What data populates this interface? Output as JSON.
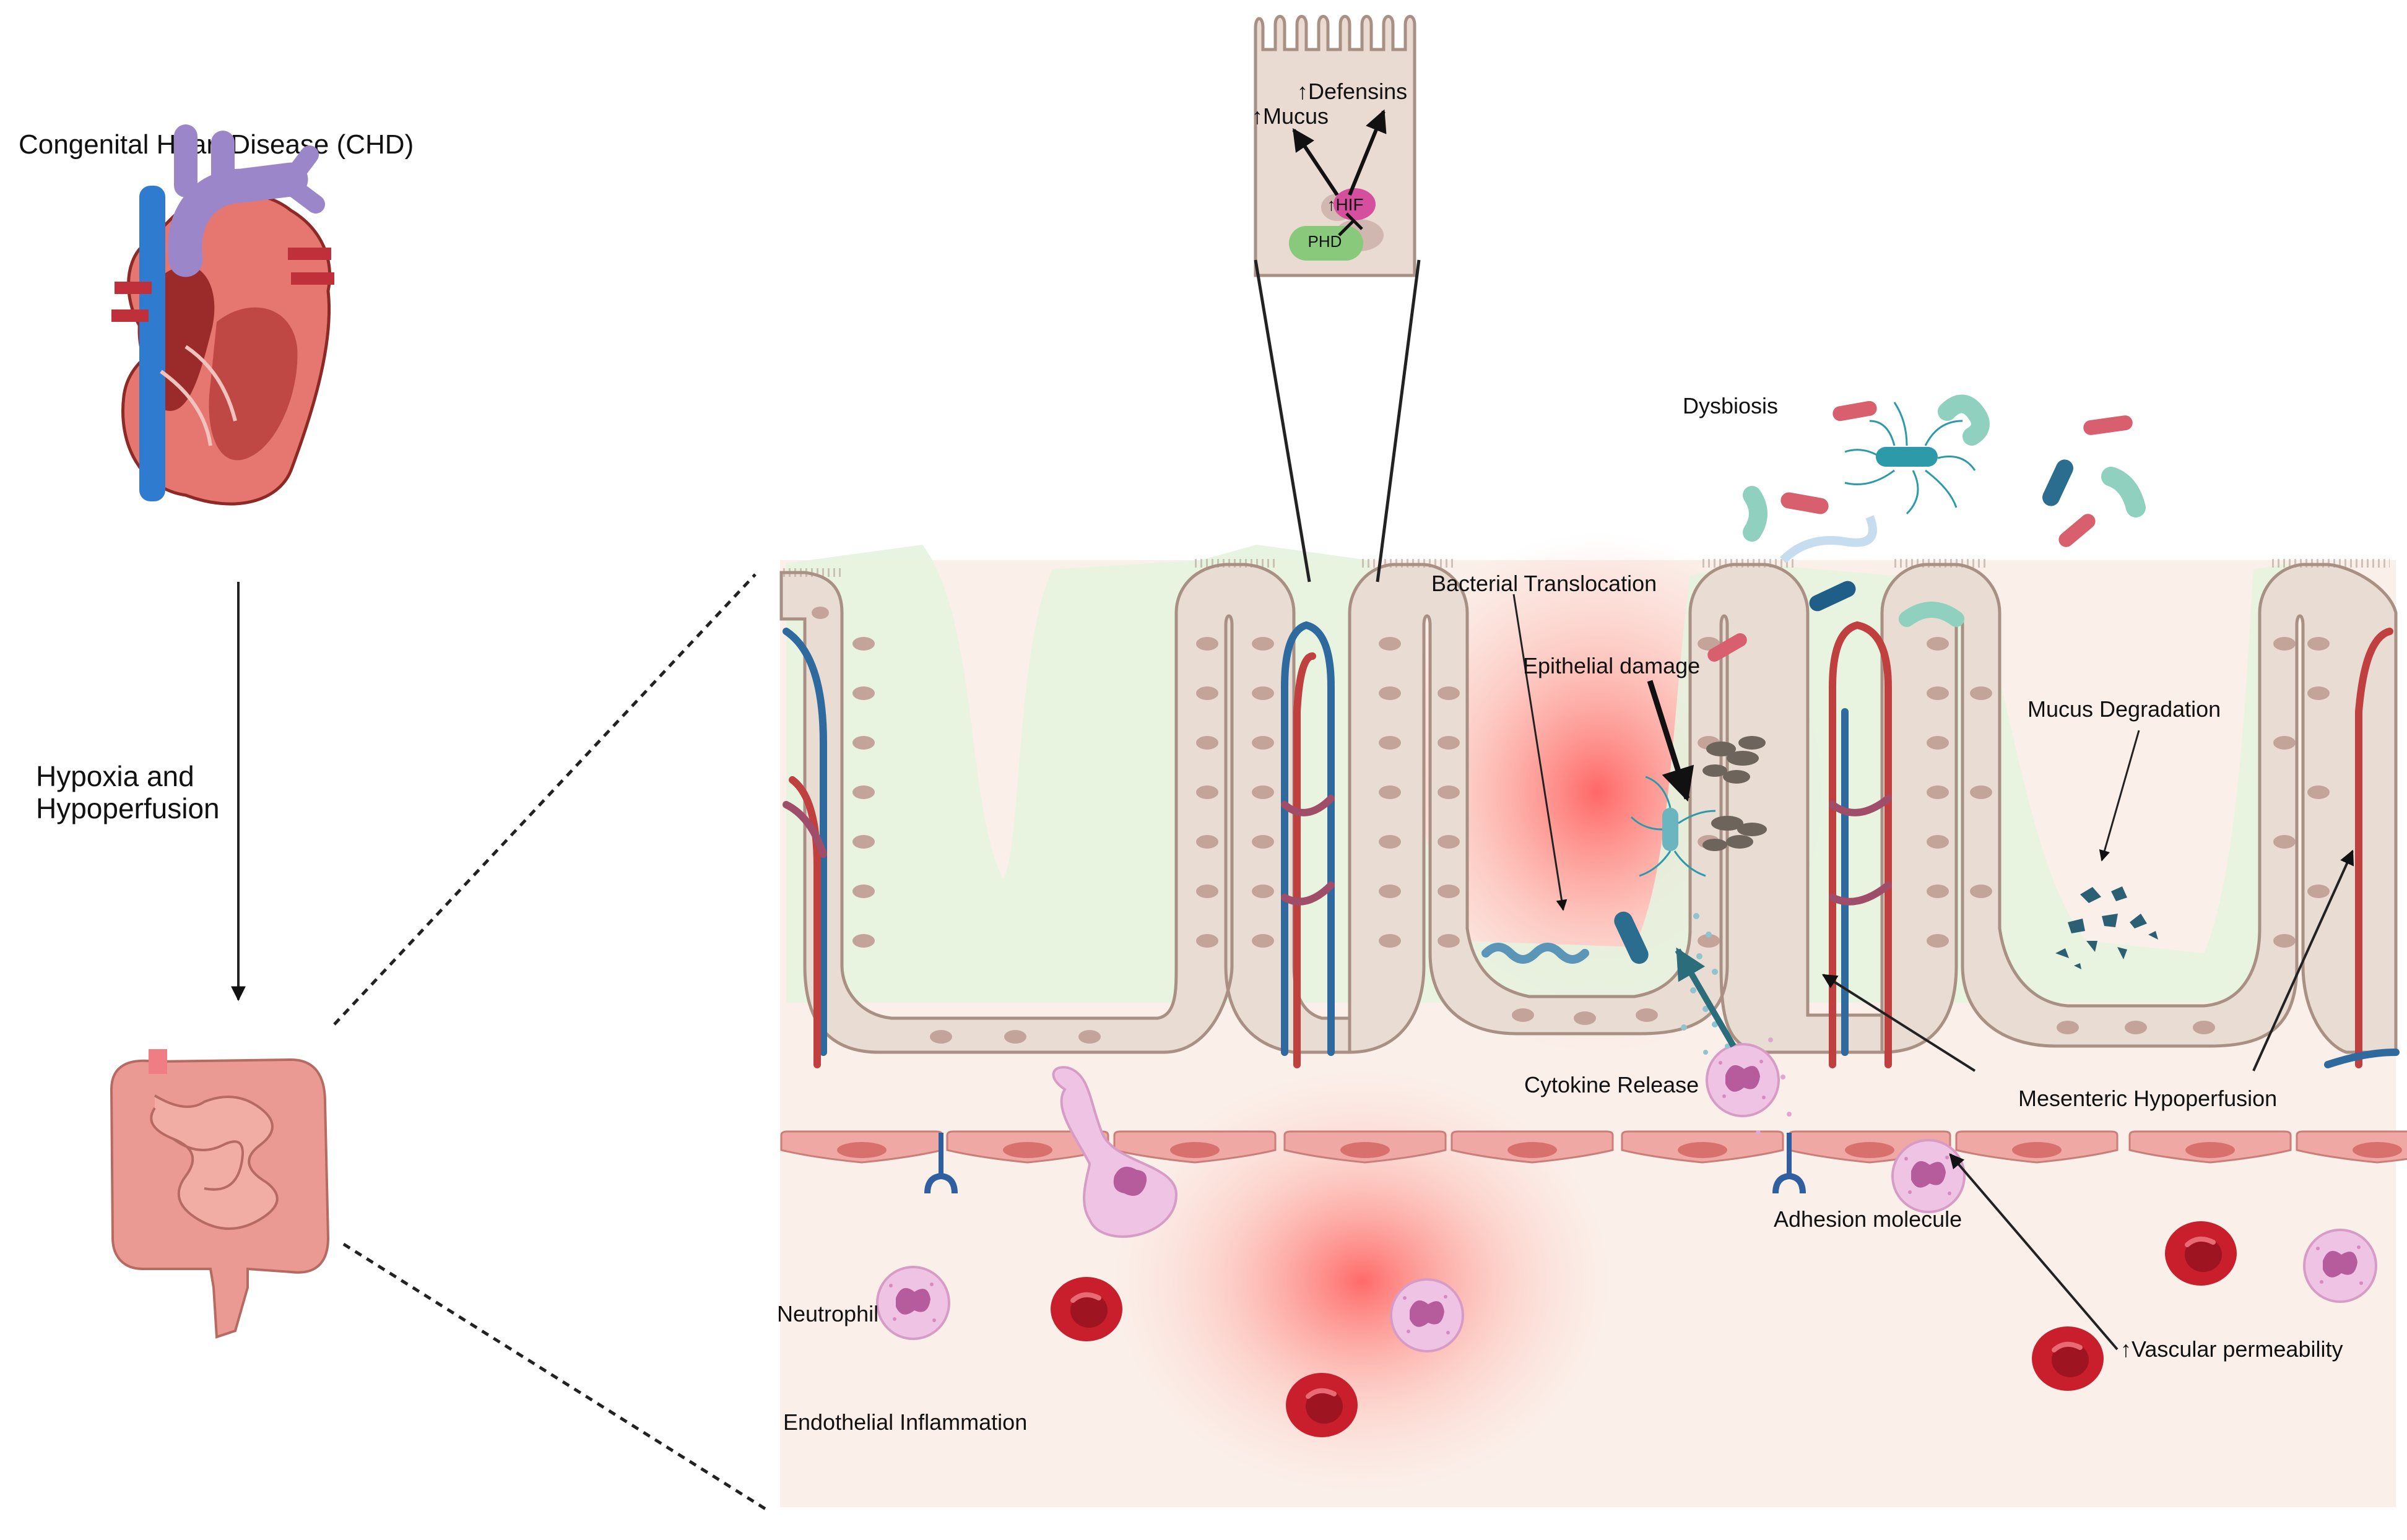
{
  "left_panel": {
    "chd_title": "Congenital Heart Disease (CHD)",
    "hypoxia_line1": "Hypoxia and",
    "hypoxia_line2": "Hypoperfusion"
  },
  "cell_inset": {
    "defensins": "↑Defensins",
    "mucus": "↑Mucus",
    "hif": "↑HIF",
    "phd": "PHD"
  },
  "tissue_labels": {
    "dysbiosis": "Dysbiosis",
    "bacterial_translocation": "Bacterial Translocation",
    "epithelial_damage": "Epithelial damage",
    "mucus_degradation": "Mucus Degradation",
    "cytokine_release": "Cytokine Release",
    "mesenteric_hypoperfusion": "Mesenteric Hypoperfusion",
    "adhesion_molecule": "Adhesion molecule",
    "neutrophil": "Neutrophil",
    "vascular_permeability": "↑Vascular permeability",
    "endothelial_inflammation": "Endothelial Inflammation"
  },
  "colors": {
    "villus_cell": "#e8dcd3",
    "villus_border": "#a89184",
    "nucleus": "#c4a49a",
    "artery": "#c0403f",
    "vein": "#2f6a9e",
    "mucus": "#e6f3df",
    "lamina": "#fbefe9",
    "endothelium": "#efa8a3",
    "rbc": "#c91f2d",
    "neutrophil": "#efc3e3",
    "inflammation": "#ff6b66",
    "bacteria_teal": "#2c9aa8",
    "bacteria_red": "#d8606e",
    "bacteria_mint": "#8fd0bf"
  },
  "icons": [
    "heart-icon",
    "intestine-icon",
    "enterocyte-icon",
    "bacteria-icon",
    "neutrophil-icon",
    "red-blood-cell-icon",
    "adhesion-molecule-icon"
  ]
}
